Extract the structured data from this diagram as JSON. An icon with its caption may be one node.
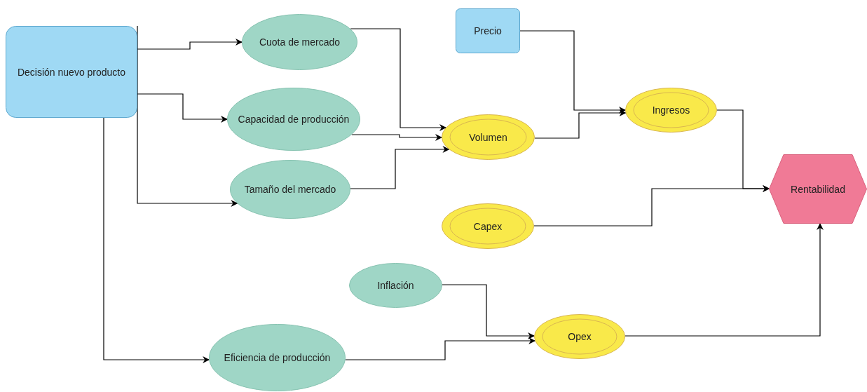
{
  "diagram": {
    "nodes": [
      {
        "text": [
          "Decisión nuevo producto"
        ]
      },
      {
        "text": [
          "Cuota de mercado"
        ]
      },
      {
        "text": [
          "Capacidad de producción"
        ]
      },
      {
        "text": [
          "Tamaño del mercado"
        ]
      },
      {
        "text": [
          "Precio"
        ]
      },
      {
        "text": [
          "Volumen"
        ]
      },
      {
        "text": [
          "Ingresos"
        ]
      },
      {
        "text": [
          "Capex"
        ]
      },
      {
        "text": [
          "Rentabilidad"
        ]
      },
      {
        "text": [
          "Inflación"
        ]
      },
      {
        "text": [
          "Eficiencia de producción"
        ]
      },
      {
        "text": [
          "Opex"
        ]
      }
    ],
    "edges": [
      {
        "from": 0,
        "to": 1,
        "arrow": "to"
      },
      {
        "from": 0,
        "to": 2,
        "arrow": "to"
      },
      {
        "from": 0,
        "to": 3,
        "arrow": "to"
      },
      {
        "from": 0,
        "to": 10,
        "arrow": "to"
      },
      {
        "from": 1,
        "to": 5,
        "arrow": "to"
      },
      {
        "from": 2,
        "to": 5,
        "arrow": "to"
      },
      {
        "from": 3,
        "to": 5,
        "arrow": "to"
      },
      {
        "from": 4,
        "to": 6,
        "arrow": "to"
      },
      {
        "from": 5,
        "to": 6,
        "arrow": "to"
      },
      {
        "from": 6,
        "to": 8,
        "arrow": "to"
      },
      {
        "from": 7,
        "to": 8,
        "arrow": "to"
      },
      {
        "from": 9,
        "to": 11,
        "arrow": "to"
      },
      {
        "from": 10,
        "to": 11,
        "arrow": "to"
      },
      {
        "from": 11,
        "to": 8,
        "arrow": "to"
      }
    ]
  }
}
